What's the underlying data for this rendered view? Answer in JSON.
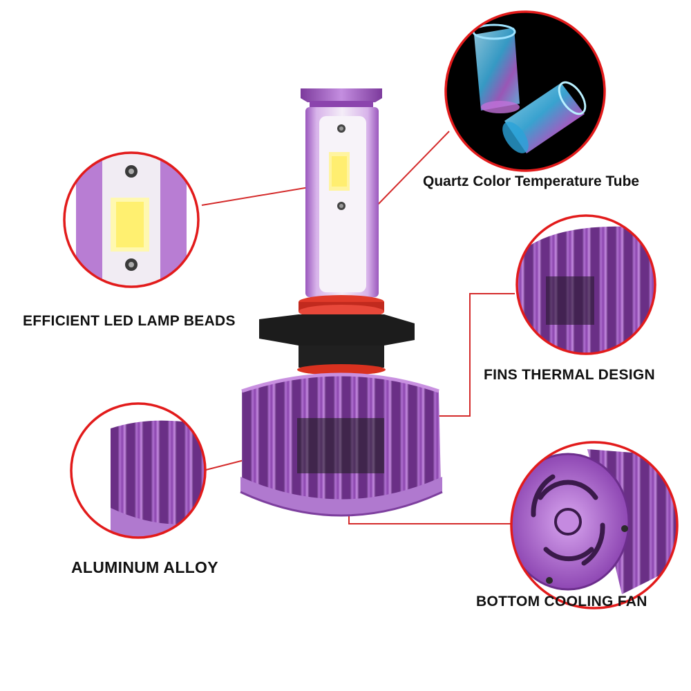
{
  "labels": {
    "led": "EFFICIENT LED LAMP BEADS",
    "quartz": "Quartz Color Temperature Tube",
    "fins": "FINS THERMAL DESIGN",
    "alloy": "ALUMINUM ALLOY",
    "fan": "BOTTOM COOLING FAN"
  },
  "colors": {
    "callout_ring": "#e21b1b",
    "leader_line": "#d42a2a",
    "housing_purple": "#a45cc4",
    "housing_dark": "#5e2a78",
    "background": "#ffffff"
  }
}
